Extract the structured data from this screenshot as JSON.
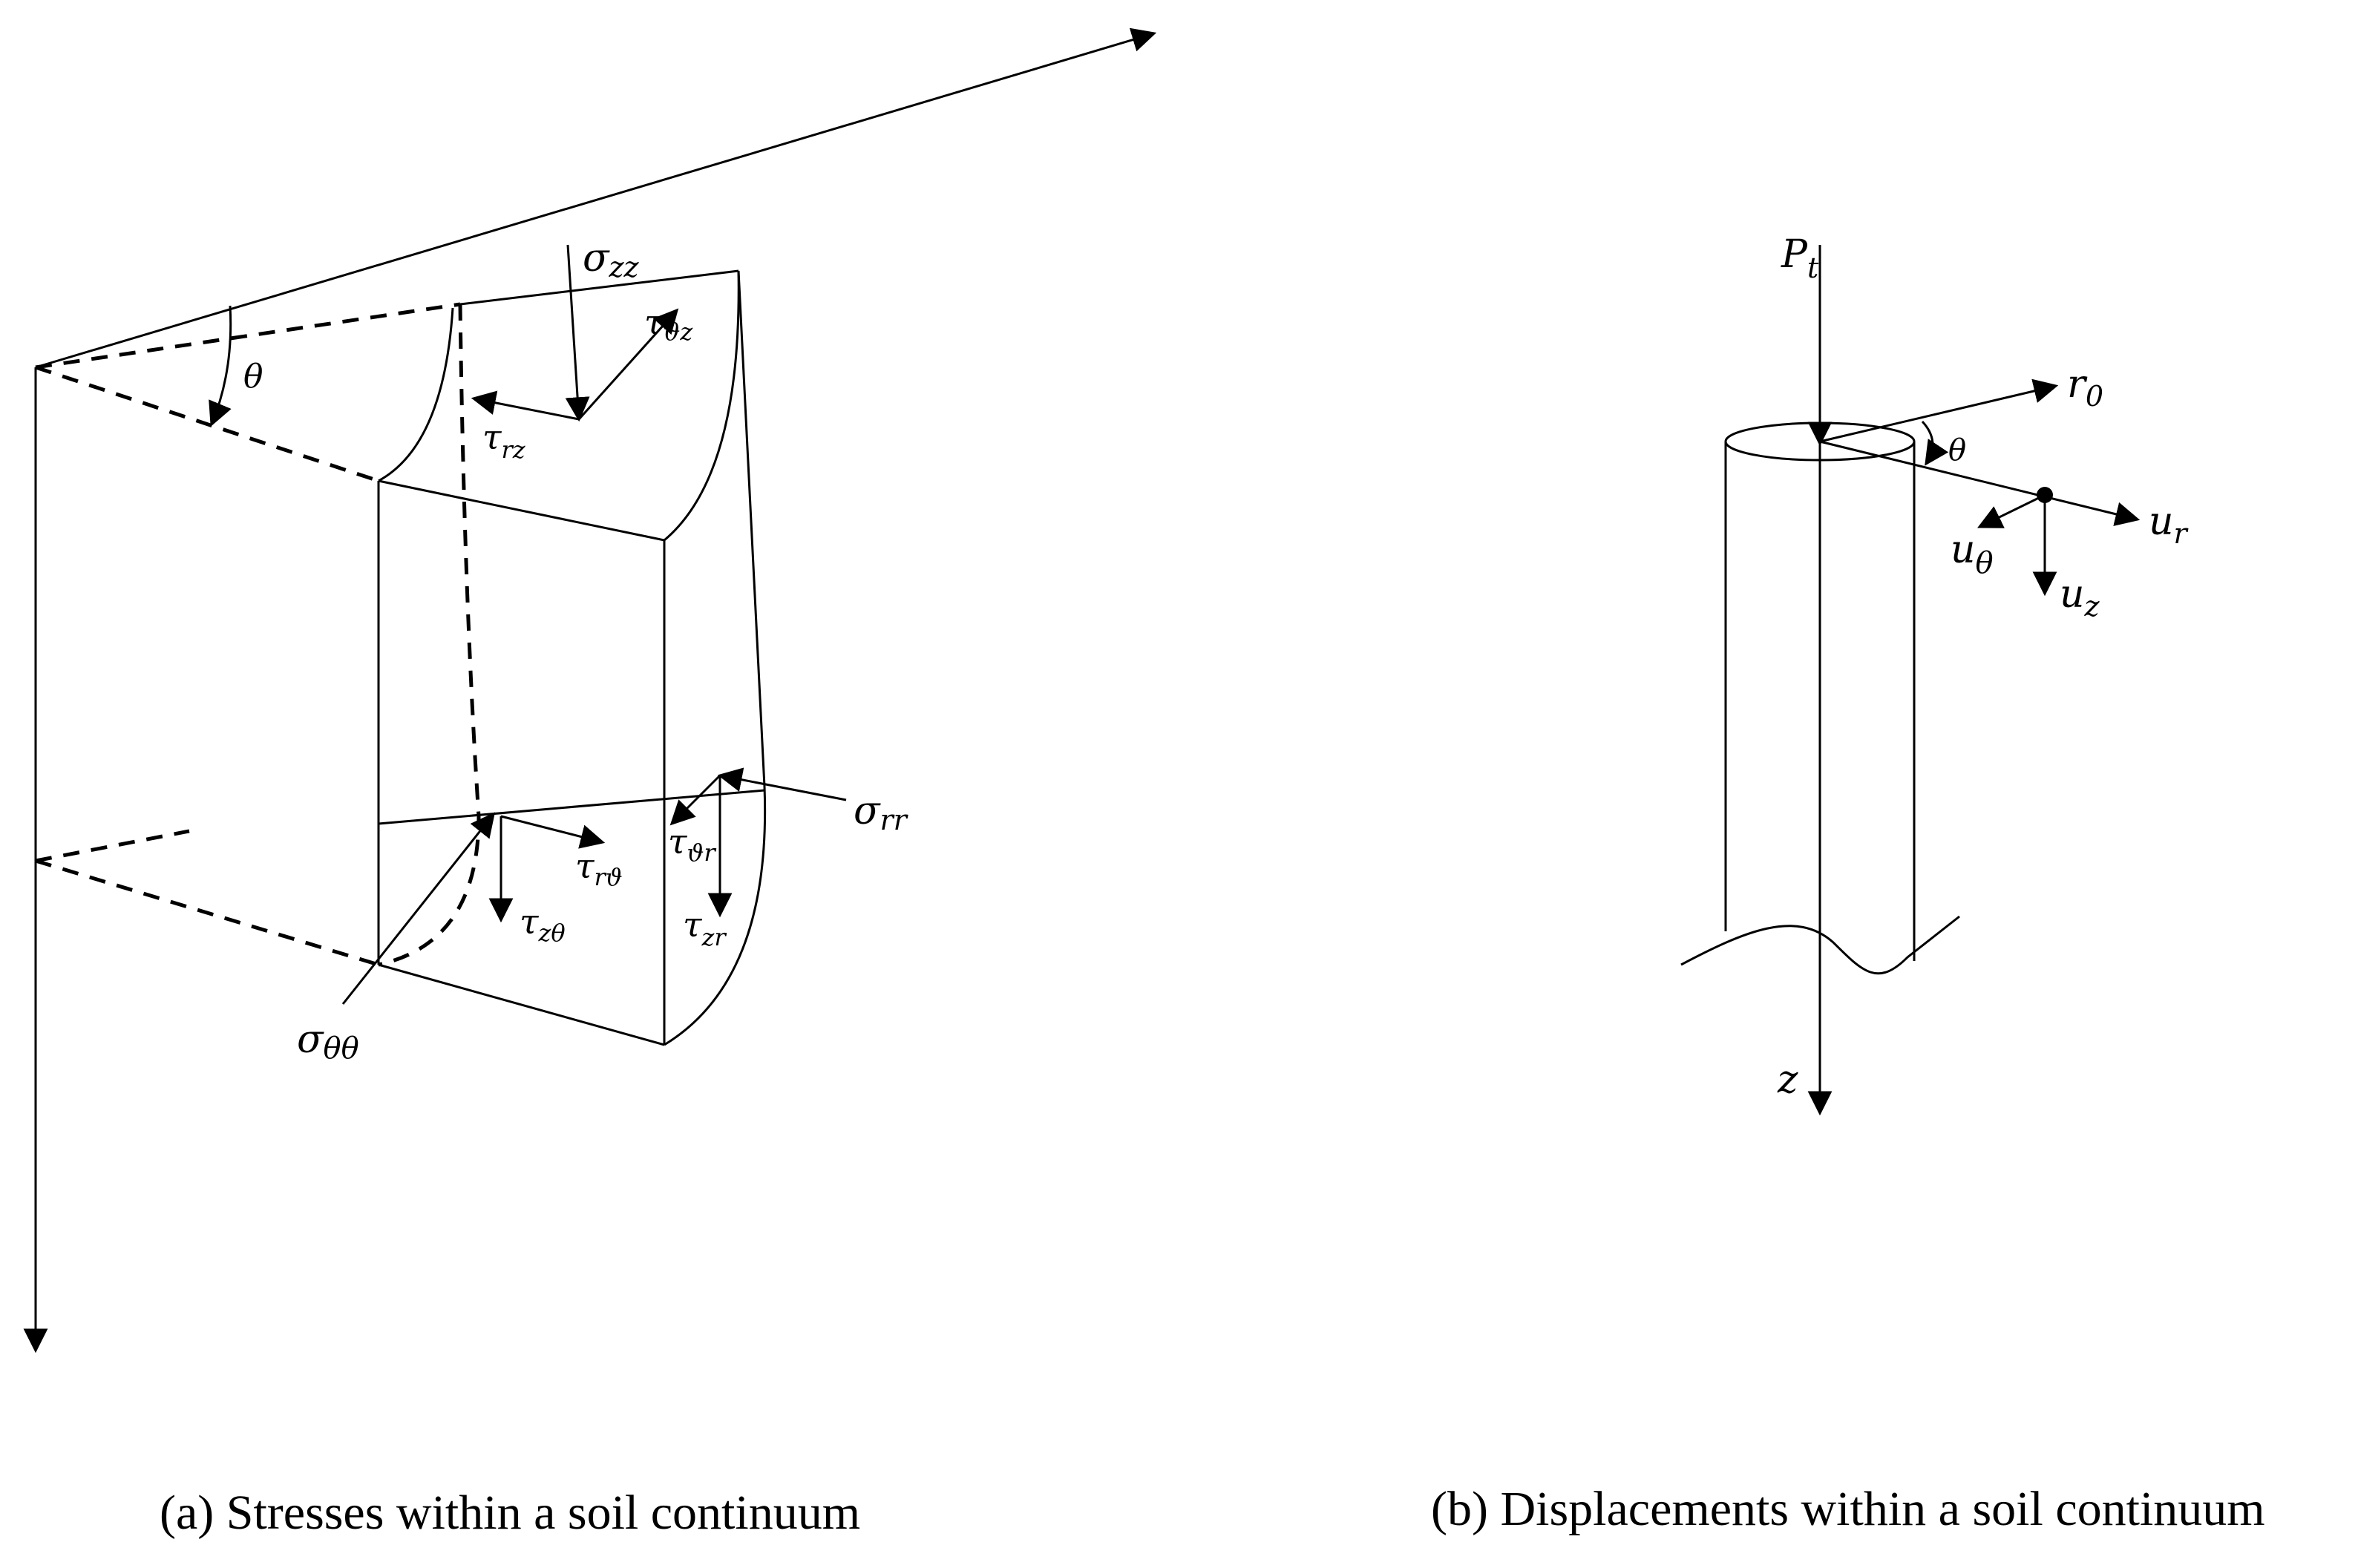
{
  "panel_a": {
    "caption": "(a) Stresses within a soil continuum",
    "labels": {
      "theta": "θ",
      "sigma_zz": "σ",
      "sigma_zz_sub": "zz",
      "tau_vz": "τ",
      "tau_vz_sub": "ϑz",
      "tau_rz": "τ",
      "tau_rz_sub": "rz",
      "sigma_rr": "σ",
      "sigma_rr_sub": "rr",
      "tau_rv": "τ",
      "tau_rv_sub": "rϑ",
      "tau_vr": "τ",
      "tau_vr_sub": "ϑr",
      "tau_zt": "τ",
      "tau_zt_sub": "zθ",
      "tau_zr": "τ",
      "tau_zr_sub": "zr",
      "sigma_tt": "σ",
      "sigma_tt_sub": "θθ"
    }
  },
  "panel_b": {
    "caption": "(b) Displacements  within a soil continuum",
    "labels": {
      "Pt": "P",
      "Pt_sub": "t",
      "r0": "r",
      "r0_sub": "0",
      "theta": "θ",
      "ur": "u",
      "ur_sub": "r",
      "utheta": "u",
      "utheta_sub": "θ",
      "uz": "u",
      "uz_sub": "z",
      "z": "z"
    }
  }
}
